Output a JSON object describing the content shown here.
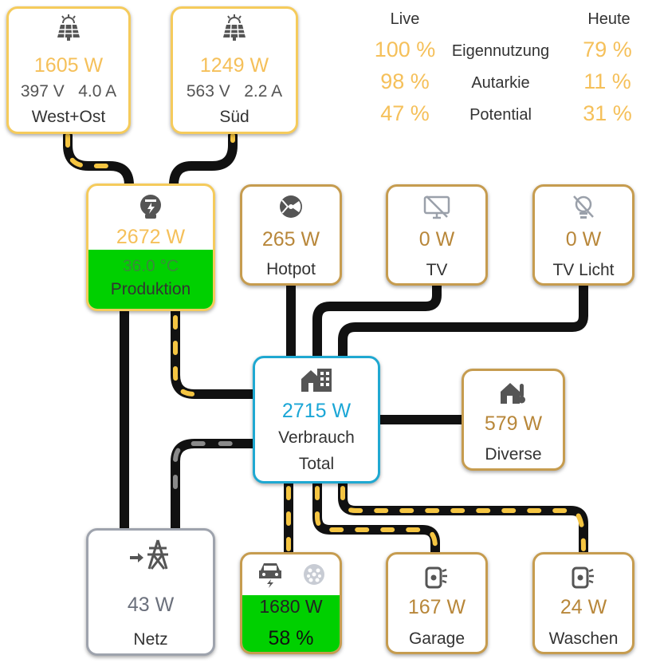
{
  "solar": [
    {
      "power": "1605 W",
      "volt": "397 V",
      "amp": "4.0 A",
      "label": "West+Ost"
    },
    {
      "power": "1249 W",
      "volt": "563 V",
      "amp": "2.2 A",
      "label": "Süd"
    }
  ],
  "stats": {
    "live_header": "Live",
    "today_header": "Heute",
    "rows": [
      {
        "live": "100 %",
        "label": "Eigennutzung",
        "today": "79 %"
      },
      {
        "live": "98 %",
        "label": "Autarkie",
        "today": "11 %"
      },
      {
        "live": "47 %",
        "label": "Potential",
        "today": "31 %"
      }
    ]
  },
  "inverter": {
    "power": "2672 W",
    "temp": "36.0 °C",
    "label": "Produktion",
    "level": 1.0
  },
  "hotpot": {
    "power": "265 W",
    "label": "Hotpot"
  },
  "tv": {
    "power": "0 W",
    "label": "TV"
  },
  "tvlicht": {
    "power": "0 W",
    "label": "TV Licht"
  },
  "consumption": {
    "power": "2715 W",
    "label1": "Verbrauch",
    "label2": "Total"
  },
  "diverse": {
    "power": "579 W",
    "label": "Diverse"
  },
  "grid": {
    "power": "43 W",
    "label": "Netz"
  },
  "car": {
    "power": "1680 W",
    "soc": "58 %",
    "level": 0.58
  },
  "garage": {
    "power": "167 W",
    "label": "Garage"
  },
  "waschen": {
    "power": "24 W",
    "label": "Waschen"
  },
  "colors": {
    "gold": "#f5c05a",
    "brown": "#b8873a",
    "blue": "#1aa6d6",
    "green": "#00d000",
    "grey": "#6b707c",
    "line": "#111111"
  }
}
